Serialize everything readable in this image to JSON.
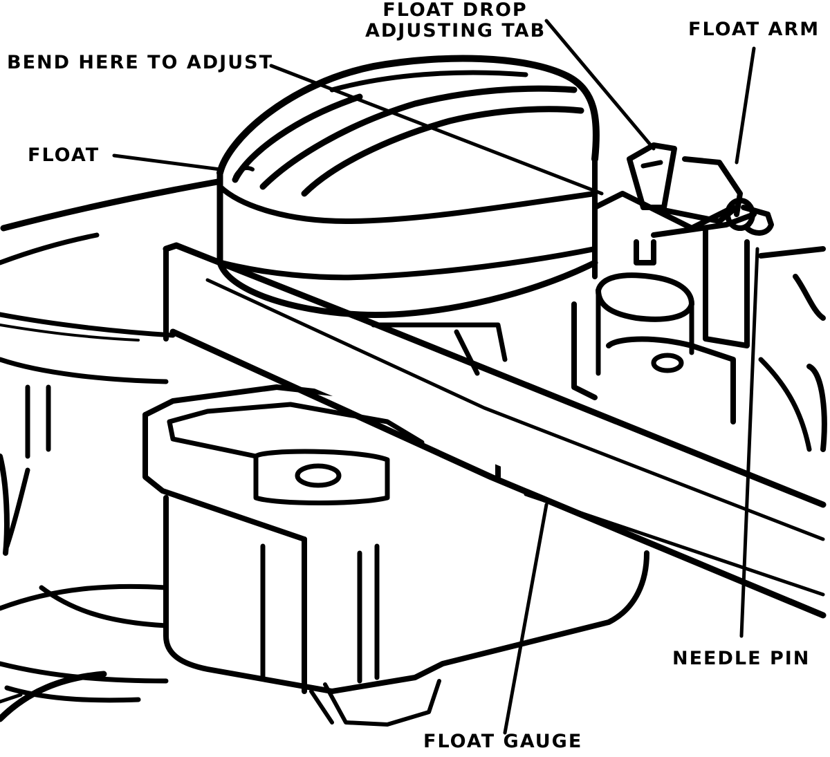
{
  "labels": {
    "float_drop_line1": "FLOAT DROP",
    "float_drop_line2": "ADJUSTING TAB",
    "float_arm": "FLOAT ARM",
    "bend_here": "BEND HERE TO ADJUST",
    "float": "FLOAT",
    "needle_pin": "NEEDLE PIN",
    "float_gauge": "FLOAT GAUGE"
  },
  "colors": {
    "ink": "#000000",
    "paper": "#ffffff"
  }
}
